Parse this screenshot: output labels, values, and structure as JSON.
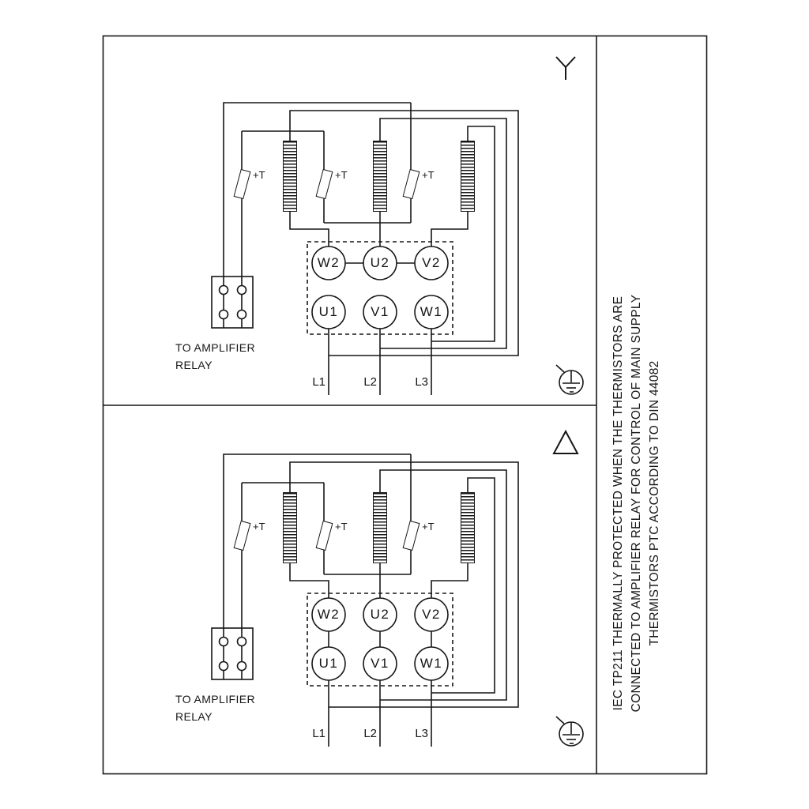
{
  "colors": {
    "line": "#161616",
    "bg": "#ffffff"
  },
  "side_note": {
    "lines": [
      "IEC TP211 THERMALLY PROTECTED WHEN THE THERMISTORS ARE",
      "CONNECTED TO AMPLIFIER RELAY FOR CONTROL OF MAIN SUPPLY",
      "THERMISTORS PTC ACCORDING TO DIN 44082"
    ]
  },
  "panels": [
    {
      "connection": "star",
      "connection_symbol": "star-icon",
      "relay_label": [
        "TO AMPLIFIER",
        "RELAY"
      ],
      "thermistor_labels": [
        "+T",
        "+T",
        "+T"
      ],
      "terminals_top": [
        "W2",
        "U2",
        "V2"
      ],
      "terminals_bottom": [
        "U1",
        "V1",
        "W1"
      ],
      "supply_labels": [
        "L1",
        "L2",
        "L3"
      ]
    },
    {
      "connection": "delta",
      "connection_symbol": "delta-icon",
      "relay_label": [
        "TO AMPLIFIER",
        "RELAY"
      ],
      "thermistor_labels": [
        "+T",
        "+T",
        "+T"
      ],
      "terminals_top": [
        "W2",
        "U2",
        "V2"
      ],
      "terminals_bottom": [
        "U1",
        "V1",
        "W1"
      ],
      "supply_labels": [
        "L1",
        "L2",
        "L3"
      ]
    }
  ]
}
